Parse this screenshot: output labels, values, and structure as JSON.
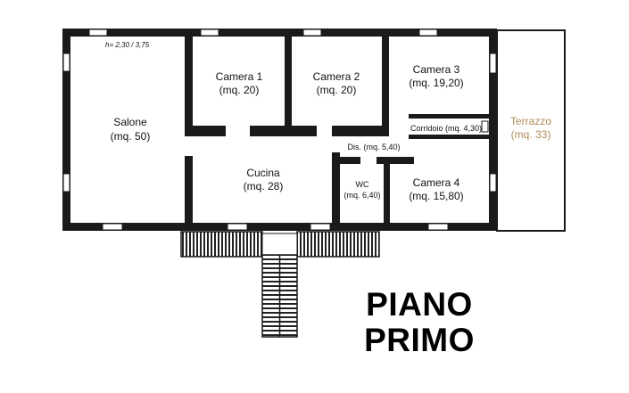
{
  "height_note": "h= 2,30 / 3,75",
  "rooms": {
    "salone": {
      "name": "Salone",
      "area": "(mq. 50)"
    },
    "camera1": {
      "name": "Camera 1",
      "area": "(mq. 20)"
    },
    "camera2": {
      "name": "Camera 2",
      "area": "(mq. 20)"
    },
    "camera3": {
      "name": "Camera 3",
      "area": "(mq. 19,20)"
    },
    "corridoio": {
      "name": "Corridoio (mq. 4,30)"
    },
    "dis": {
      "name": "Dis. (mq. 5,40)"
    },
    "cucina": {
      "name": "Cucina",
      "area": "(mq. 28)"
    },
    "wc": {
      "name": "WC",
      "area": "(mq. 6,40)"
    },
    "camera4": {
      "name": "Camera 4",
      "area": "(mq. 15,80)"
    },
    "terrazzo": {
      "name": "Terrazzo",
      "area": "(mq. 33)"
    }
  },
  "title": {
    "line1": "PIANO",
    "line2": "PRIMO"
  },
  "colors": {
    "wall": "#1a1a1a",
    "terrace_label": "#b08a5a"
  }
}
